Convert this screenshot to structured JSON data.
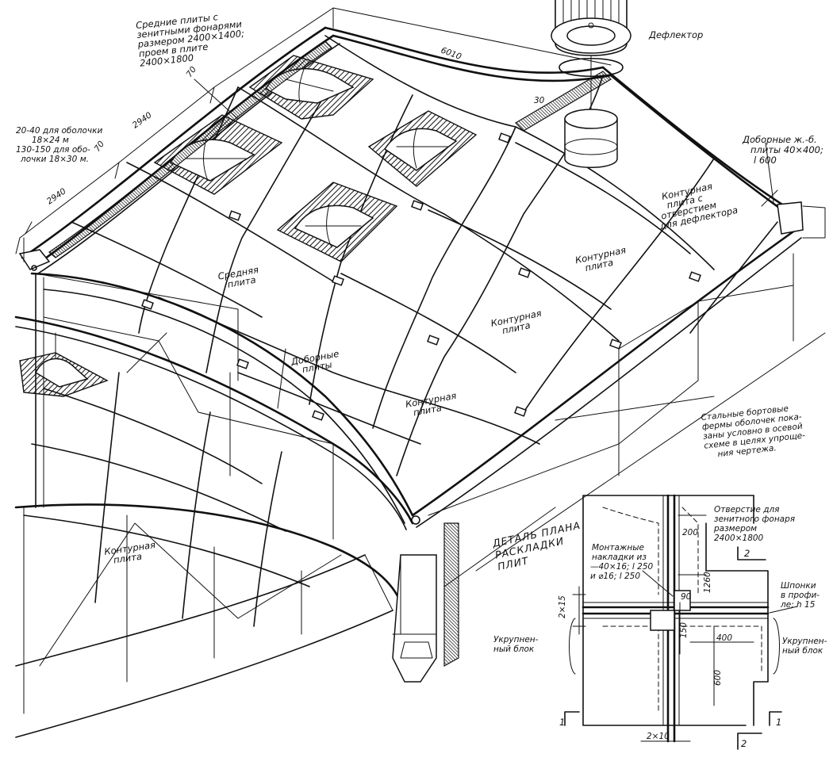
{
  "labels": {
    "skylight_plates": [
      "Средние плиты с",
      "зенитными фонарями",
      "размером 2400×1400;",
      "проем в плите",
      "2400×1800"
    ],
    "deflector": "Дефлектор",
    "shell_thickness": [
      "20-40 для оболочки",
      "18×24 м",
      "130-150 для обо-",
      "лочки 18×30 м."
    ],
    "additional_rc_plates": [
      "Доборные ж.-б.",
      "плиты 40×400;",
      "l 600"
    ],
    "contour_plate_deflector": [
      "Контурная",
      "плита с",
      "отверстием",
      "для дефлектора"
    ],
    "middle_plate": [
      "Средняя",
      "плита"
    ],
    "contour_plate_1": [
      "Контурная",
      "плита"
    ],
    "contour_plate_2": [
      "Контурная",
      "плита"
    ],
    "additional_plates": [
      "Доборные",
      "плиты"
    ],
    "contour_plate_3": [
      "Контурная",
      "плита"
    ],
    "contour_plate_4": [
      "Контурная",
      "плита"
    ],
    "steel_trusses": [
      "Стальные бортовые",
      "фермы оболочек пока-",
      "заны условно в осевой",
      "схеме в целях упроще-",
      "ния чертежа."
    ]
  },
  "detail": {
    "title": [
      "ДЕТАЛЬ ПЛАНА",
      "РАСКЛАДКИ",
      "ПЛИТ"
    ],
    "skylight_opening": [
      "Отверстие для",
      "зенитного фонаря",
      "размером",
      "2400×1800"
    ],
    "mounting_plates": [
      "Монтажные",
      "накладки из",
      "—40×16; l 250",
      "и ⌀16; l 250"
    ],
    "keys": [
      "Шпонки",
      "в профи-",
      "ле; h 15"
    ],
    "enlarged_block_left": [
      "Укрупнен-",
      "ный блок"
    ],
    "enlarged_block_right": [
      "Укрупнен-",
      "ный блок"
    ],
    "section_1": "1",
    "section_2": "2"
  },
  "dimensions": {
    "d_6010": "6010",
    "d_2940_a": "2940",
    "d_2940_b": "2940",
    "d_70_a": "70",
    "d_70_b": "70",
    "d_30": "30",
    "d_200": "200",
    "d_1260": "1260",
    "d_90": "90",
    "d_150": "150",
    "d_400": "400",
    "d_600": "600",
    "d_2x15": "2×15",
    "d_2x10": "2×10"
  }
}
